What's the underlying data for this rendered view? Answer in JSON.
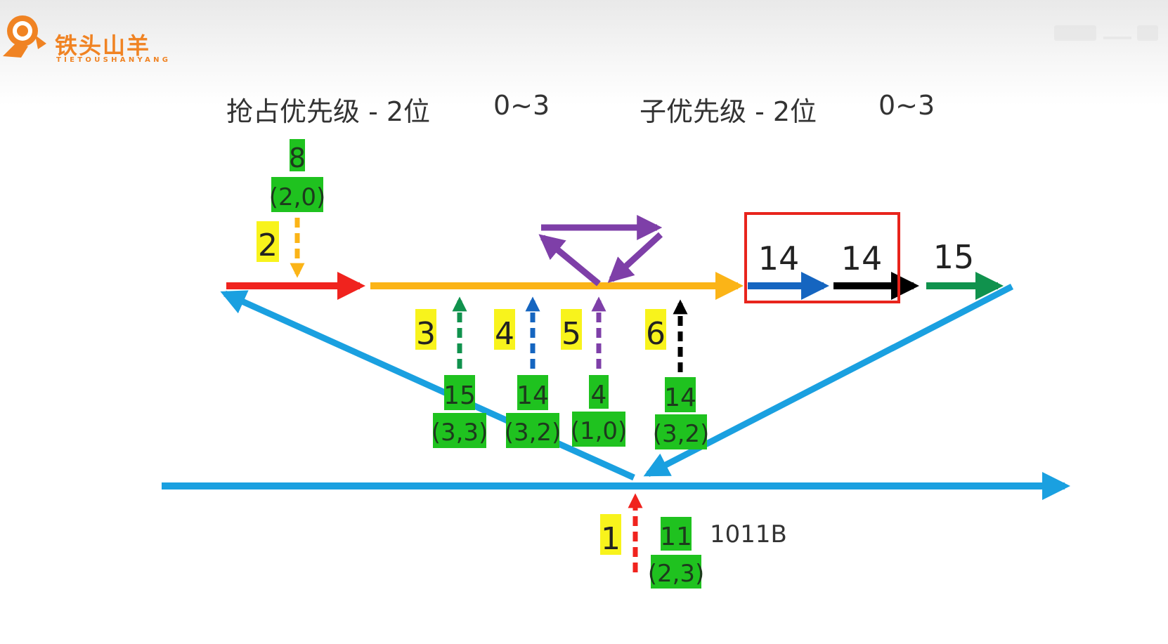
{
  "logo": {
    "title": "铁头山羊",
    "subtitle": "TIETOUSHANYANG"
  },
  "header": {
    "preempt_label": "抢占优先级 - 2位",
    "preempt_range": "0~3",
    "sub_label": "子优先级 - 2位",
    "sub_range": "0~3"
  },
  "top_interrupt": {
    "step": "2",
    "irq": "8",
    "priority": "(2,0)"
  },
  "pending": {
    "first": "14",
    "second": "14",
    "third": "15"
  },
  "mid_interrupts": [
    {
      "step": "3",
      "irq": "15",
      "priority": "(3,3)"
    },
    {
      "step": "4",
      "irq": "14",
      "priority": "(3,2)"
    },
    {
      "step": "5",
      "irq": "4",
      "priority": "(1,0)"
    },
    {
      "step": "6",
      "irq": "14",
      "priority": "(3,2)"
    }
  ],
  "base_interrupt": {
    "step": "1",
    "irq": "11",
    "priority": "(2,3)",
    "binary": "1011B"
  },
  "colors": {
    "brand": "#f08323",
    "blue_line": "#1aa0e0",
    "red": "#f0231e",
    "orange": "#fbb417",
    "green": "#10924d",
    "dark_blue": "#1565c0",
    "purple": "#7e3fa8",
    "black": "#000000",
    "highlight_yellow": "#f8f31c",
    "label_green": "#1fc21f",
    "box_red": "#e8241c"
  }
}
